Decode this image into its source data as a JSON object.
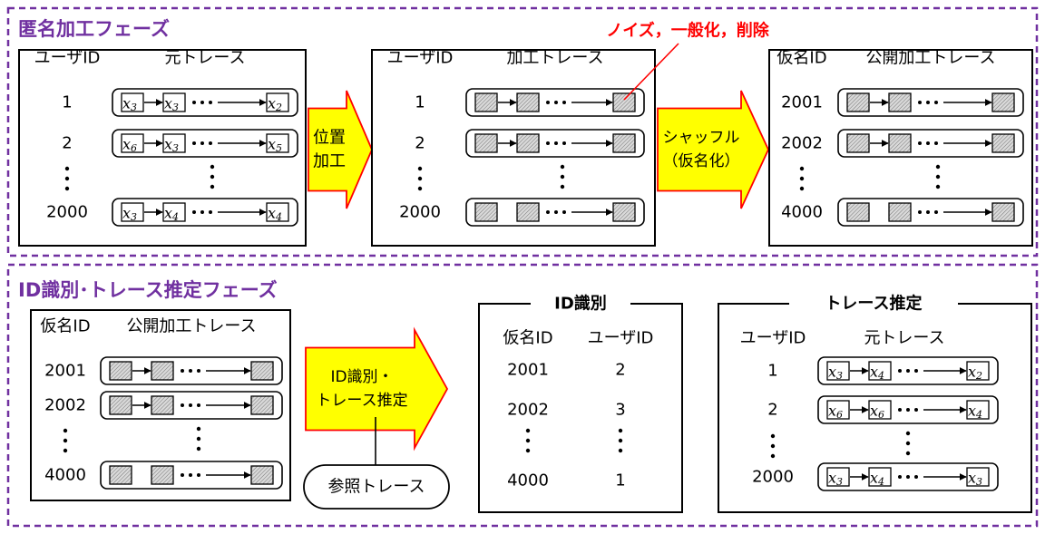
{
  "colors": {
    "phase_border": "#7030a0",
    "phase_title": "#7030a0",
    "arrow_fill": "#ffff00",
    "arrow_stroke": "#ff0000",
    "note": "#ff0000",
    "hatch": "#808080"
  },
  "phase1": {
    "title": "匿名加工フェーズ",
    "note": "ノイズ，一般化，削除",
    "box1": {
      "header_id": "ユーザID",
      "header_trace": "元トレース",
      "rows": [
        {
          "id": "1",
          "cells": [
            "x3",
            "x3",
            "x2"
          ]
        },
        {
          "id": "2",
          "cells": [
            "x6",
            "x3",
            "x5"
          ]
        },
        {
          "id": "2000",
          "cells": [
            "x3",
            "x4",
            "x4"
          ]
        }
      ]
    },
    "arrow1": {
      "line1": "位置",
      "line2": "加工"
    },
    "box2": {
      "header_id": "ユーザID",
      "header_trace": "加工トレース",
      "rows": [
        {
          "id": "1"
        },
        {
          "id": "2"
        },
        {
          "id": "2000"
        }
      ]
    },
    "arrow2": {
      "line1": "シャッフル",
      "line2": "（仮名化）"
    },
    "box3": {
      "header_id": "仮名ID",
      "header_trace": "公開加工トレース",
      "rows": [
        {
          "id": "2001"
        },
        {
          "id": "2002"
        },
        {
          "id": "4000"
        }
      ]
    }
  },
  "phase2": {
    "title": "ID識別･トレース推定フェーズ",
    "box1": {
      "header_id": "仮名ID",
      "header_trace": "公開加工トレース",
      "rows": [
        {
          "id": "2001"
        },
        {
          "id": "2002"
        },
        {
          "id": "4000"
        }
      ]
    },
    "arrow": {
      "line1": "ID識別・",
      "line2": "トレース推定"
    },
    "reference": "参照トレース",
    "id_box": {
      "title": "ID識別",
      "col1": "仮名ID",
      "col2": "ユーザID",
      "rows": [
        {
          "pseudo": "2001",
          "user": "2"
        },
        {
          "pseudo": "2002",
          "user": "3"
        },
        {
          "pseudo": "4000",
          "user": "1"
        }
      ]
    },
    "trace_box": {
      "title": "トレース推定",
      "header_id": "ユーザID",
      "header_trace": "元トレース",
      "rows": [
        {
          "id": "1",
          "cells": [
            "x3",
            "x4",
            "x2"
          ]
        },
        {
          "id": "2",
          "cells": [
            "x6",
            "x6",
            "x4"
          ]
        },
        {
          "id": "2000",
          "cells": [
            "x3",
            "x4",
            "x3"
          ]
        }
      ]
    }
  }
}
